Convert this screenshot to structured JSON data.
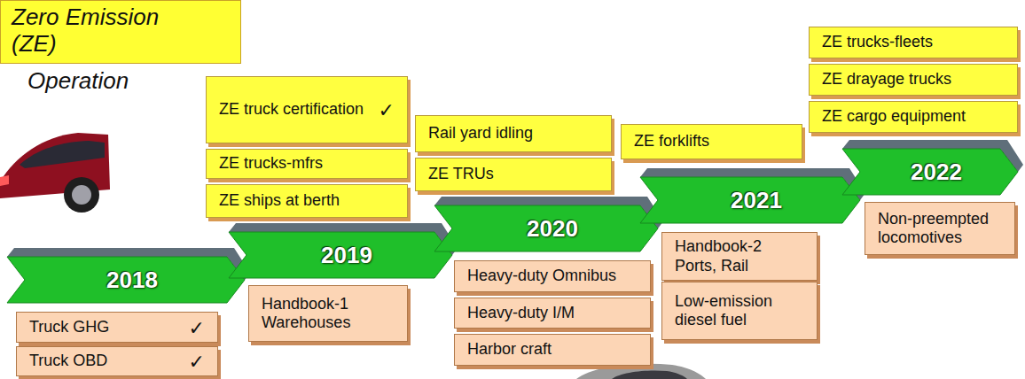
{
  "diagram": {
    "nodes": [
      {
        "text": [
          "Zero Emission (ZE)",
          "Operation"
        ]
      },
      {
        "text": [
          "2018"
        ]
      },
      {
        "text": [
          "Truck GHG",
          "✓"
        ]
      },
      {
        "text": [
          "Truck OBD",
          "✓"
        ]
      },
      {
        "text": [
          "ZE truck certification",
          "✓"
        ]
      },
      {
        "text": [
          "ZE trucks-mfrs"
        ]
      },
      {
        "text": [
          "ZE ships at berth"
        ]
      },
      {
        "text": [
          "2019"
        ]
      },
      {
        "text": [
          "Handbook-1 Warehouses"
        ]
      },
      {
        "text": [
          "Rail yard idling"
        ]
      },
      {
        "text": [
          "ZE TRUs"
        ]
      },
      {
        "text": [
          "2020"
        ]
      },
      {
        "text": [
          "Heavy-duty Omnibus"
        ]
      },
      {
        "text": [
          "Heavy-duty I/M"
        ]
      },
      {
        "text": [
          "Harbor craft"
        ]
      },
      {
        "text": [
          "ZE forklifts"
        ]
      },
      {
        "text": [
          "2021"
        ]
      },
      {
        "text": [
          "Handbook-2 Ports, Rail"
        ]
      },
      {
        "text": [
          "Low-emission diesel fuel"
        ]
      },
      {
        "text": [
          "ZE trucks-fleets"
        ]
      },
      {
        "text": [
          "ZE drayage trucks"
        ]
      },
      {
        "text": [
          "ZE cargo equipment"
        ]
      },
      {
        "text": [
          "2022"
        ]
      },
      {
        "text": [
          "Non-preempted locomotives"
        ]
      }
    ]
  }
}
